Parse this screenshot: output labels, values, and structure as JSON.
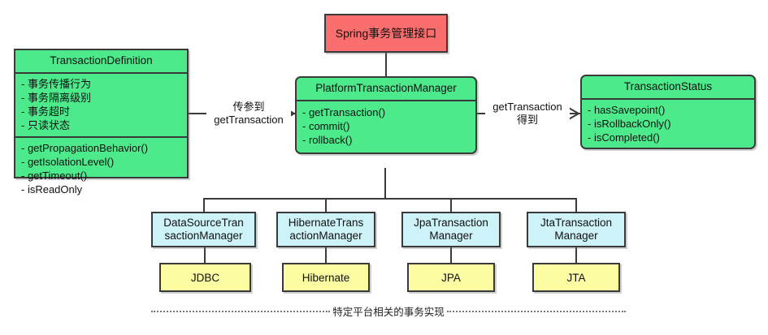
{
  "diagram": {
    "title_node": {
      "label": "Spring事务管理接口",
      "color": "#fb6e6e"
    },
    "colors": {
      "interface_green": "#4dea8c",
      "impl_blue": "#cdf2f7",
      "tech_yellow": "#fcfca3",
      "accent_red": "#fb6e6e",
      "stroke": "#3a3a3a"
    },
    "classes": {
      "transaction_definition": {
        "name": "TransactionDefinition",
        "attributes": [
          "- 事务传播行为",
          "- 事务隔离级别",
          "- 事务超时",
          "- 只读状态"
        ],
        "methods": [
          "- getPropagationBehavior()",
          "- getIsolationLevel()",
          "- getTimeout()",
          "- isReadOnly"
        ]
      },
      "platform_transaction_manager": {
        "name": "PlatformTransactionManager",
        "methods": [
          "- getTransaction()",
          "- commit()",
          "- rollback()"
        ]
      },
      "transaction_status": {
        "name": "TransactionStatus",
        "methods": [
          "- hasSavepoint()",
          "- isRollbackOnly()",
          "- isCompleted()"
        ]
      }
    },
    "edges": {
      "left_label_line1": "传参到",
      "left_label_line2": "getTransaction",
      "right_label_line1": "getTransaction",
      "right_label_line2": "得到"
    },
    "implementations": [
      {
        "label": "DataSourceTransactionManager",
        "line1": "DataSourceTran",
        "line2": "sactionManager"
      },
      {
        "label": "HibernateTransactionManager",
        "line1": "HibernateTrans",
        "line2": "actionManager"
      },
      {
        "label": "JpaTransactionManager",
        "line1": "JpaTransaction",
        "line2": "Manager"
      },
      {
        "label": "JtaTransactionManager",
        "line1": "JtaTransaction",
        "line2": "Manager"
      }
    ],
    "technologies": [
      {
        "label": "JDBC"
      },
      {
        "label": "Hibernate"
      },
      {
        "label": "JPA"
      },
      {
        "label": "JTA"
      }
    ],
    "caption": "特定平台相关的事务实现"
  }
}
